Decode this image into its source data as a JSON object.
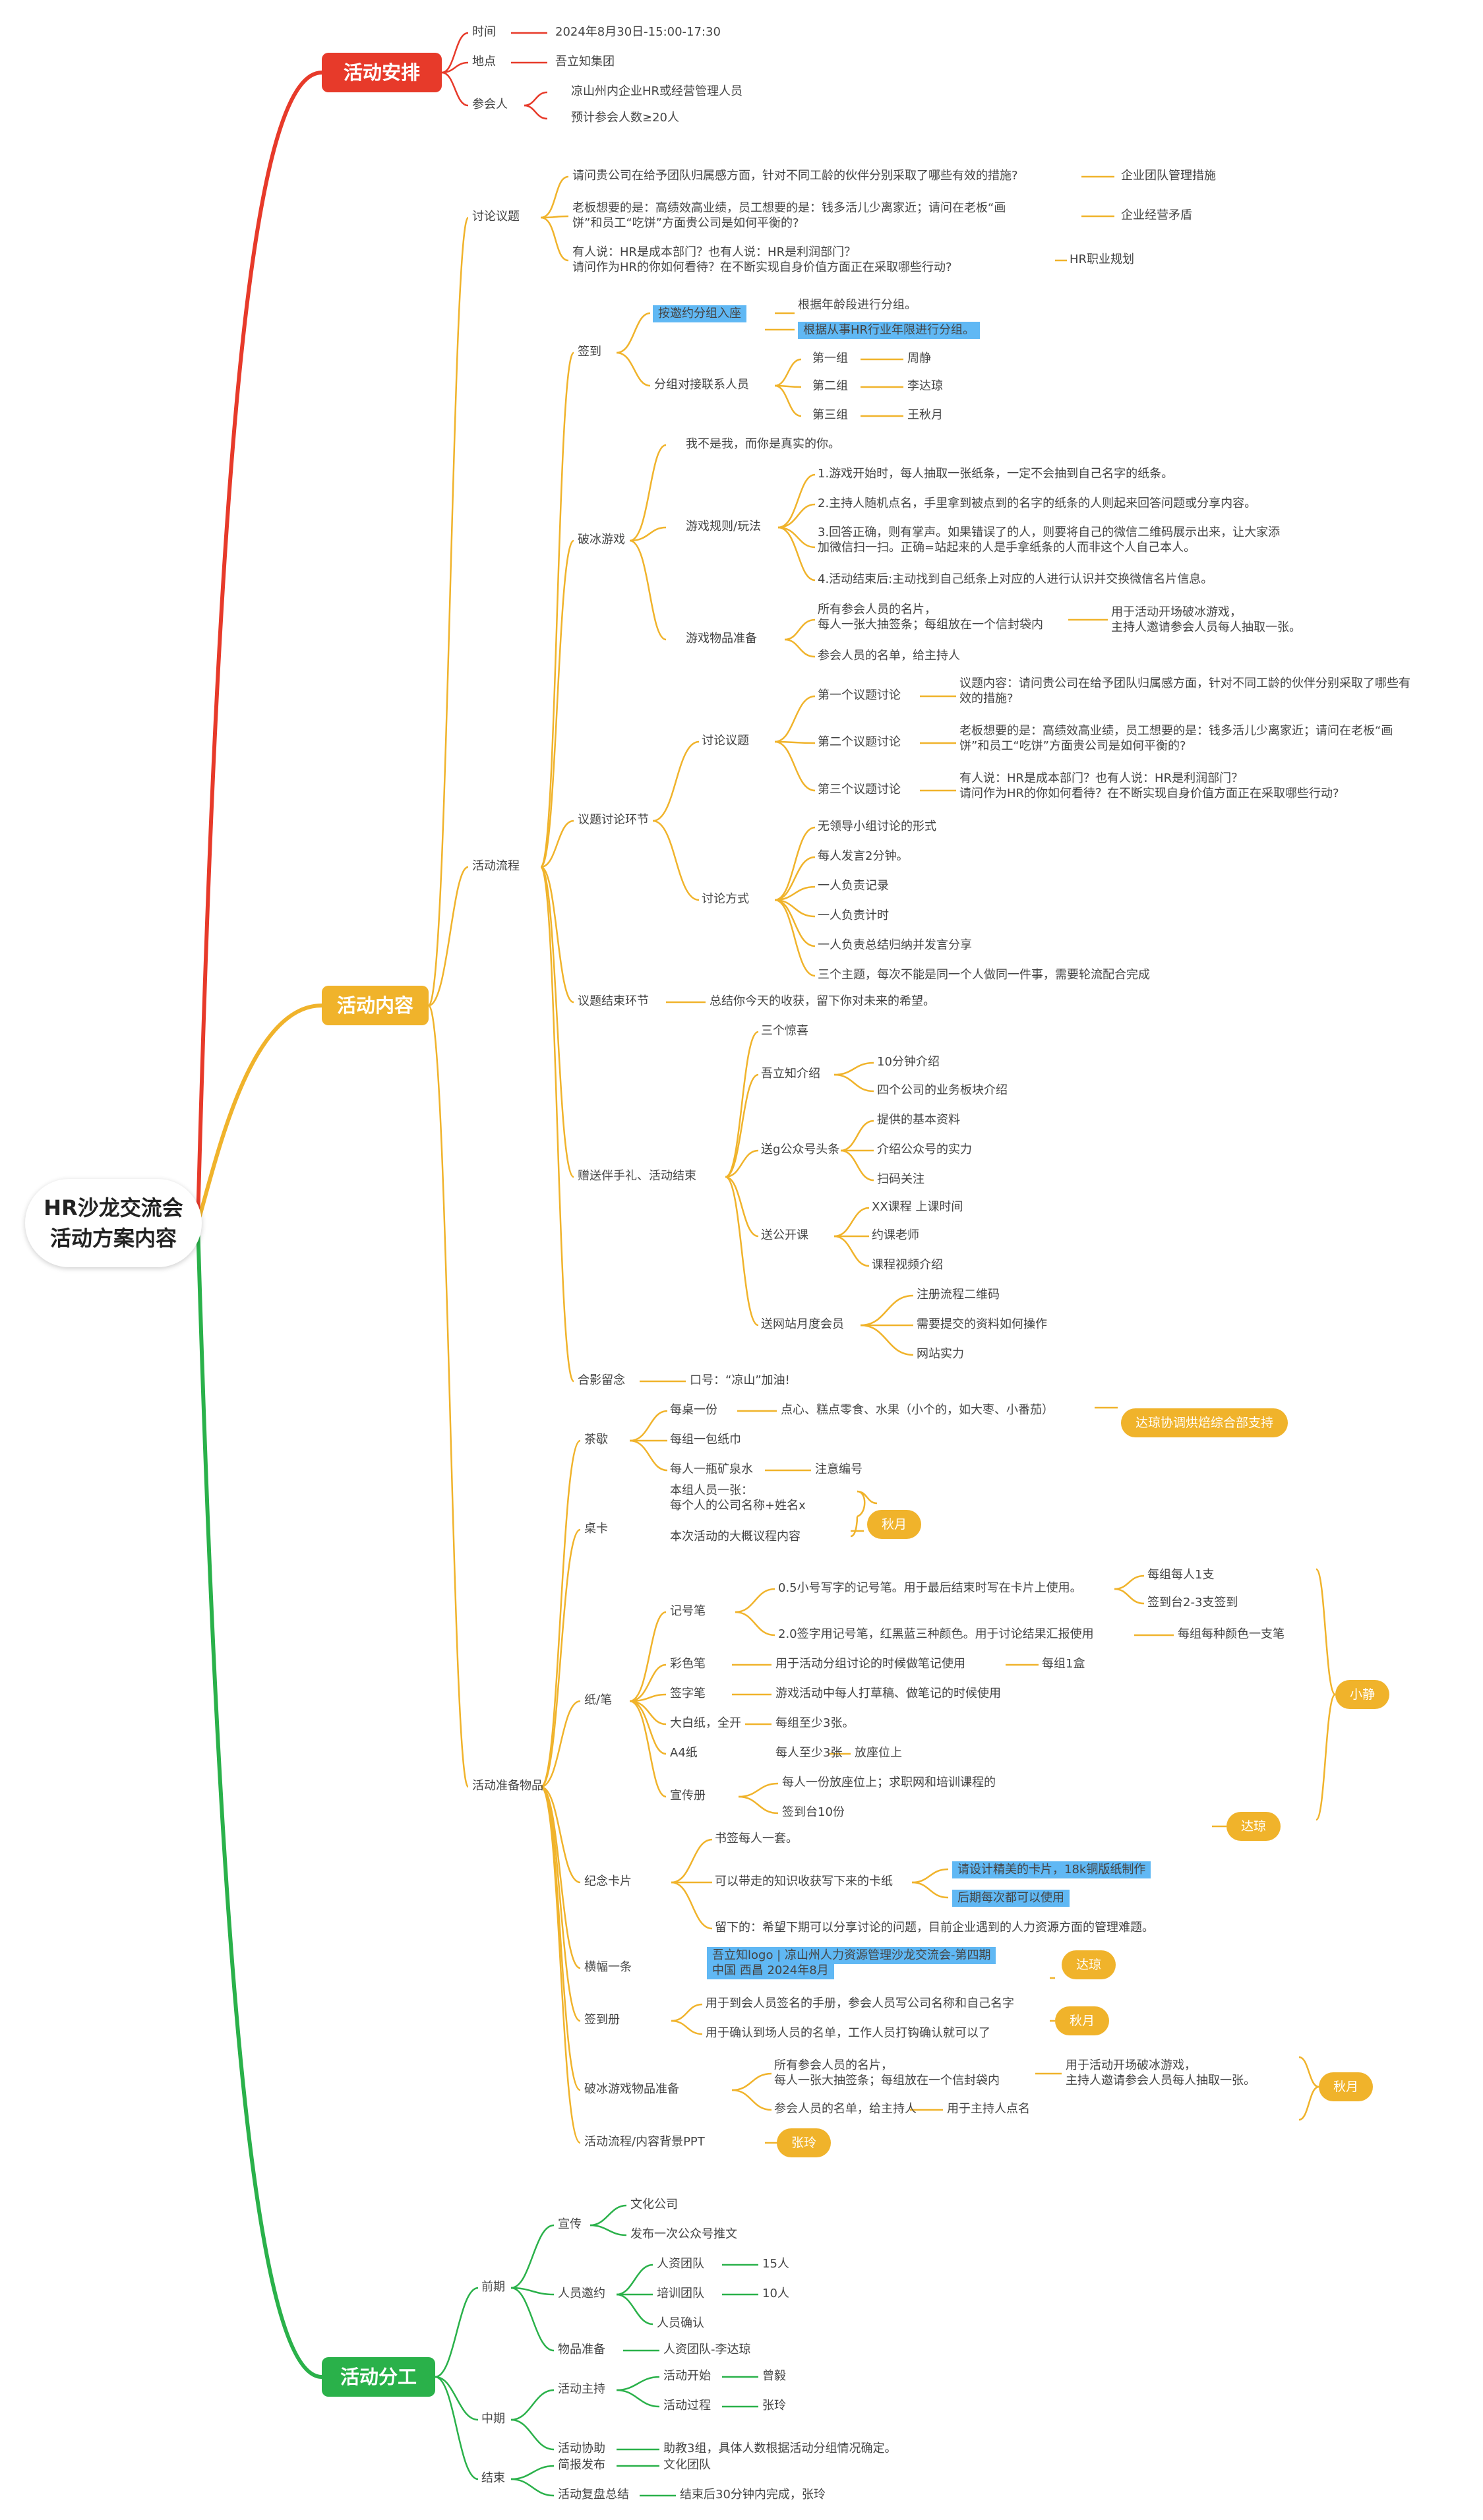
{
  "root": {
    "line1": "HR沙龙交流会",
    "line2": "活动方案内容"
  },
  "colors": {
    "red": "#e73a2a",
    "orange": "#f0b32b",
    "green": "#2ab14a",
    "highlight": "#60b8f4"
  },
  "branches": {
    "schedule": {
      "title": "活动安排",
      "color": "#e73a2a"
    },
    "content": {
      "title": "活动内容",
      "color": "#f0b32b"
    },
    "division": {
      "title": "活动分工",
      "color": "#2ab14a"
    }
  },
  "nodes": [
    {
      "id": "time",
      "text": "时间"
    },
    {
      "id": "time-value",
      "text": "2024年8月30日-15:00-17:30"
    },
    {
      "id": "place",
      "text": "地点"
    },
    {
      "id": "place-value",
      "text": "吾立知集团"
    },
    {
      "id": "attendee",
      "text": "参会人"
    },
    {
      "id": "attendee-1",
      "text": "凉山州内企业HR或经营管理人员"
    },
    {
      "id": "attendee-2",
      "text": "预计参会人数≥20人"
    },
    {
      "id": "topics",
      "text": "讨论议题"
    },
    {
      "id": "topic1",
      "text": "请问贵公司在给予团队归属感方面，针对不同工龄的伙伴分别采取了哪些有效的措施?"
    },
    {
      "id": "topic1-tag",
      "text": "企业团队管理措施"
    },
    {
      "id": "topic2a",
      "text": "老板想要的是：高绩效高业绩，员工想要的是：钱多活儿少离家近；请问在老板“画"
    },
    {
      "id": "topic2b",
      "text": "饼”和员工“吃饼”方面贵公司是如何平衡的?"
    },
    {
      "id": "topic2-tag",
      "text": "企业经营矛盾"
    },
    {
      "id": "topic3a",
      "text": "有人说：HR是成本部门？也有人说：HR是利润部门？"
    },
    {
      "id": "topic3b",
      "text": "请问作为HR的你如何看待？在不断实现自身价值方面正在采取哪些行动?"
    },
    {
      "id": "topic3-tag",
      "text": "HR职业规划"
    },
    {
      "id": "flow",
      "text": "活动流程"
    },
    {
      "id": "signin",
      "text": "签到"
    },
    {
      "id": "invite-seat",
      "text": "按邀约分组入座"
    },
    {
      "id": "seat-age",
      "text": "根据年龄段进行分组。"
    },
    {
      "id": "seat-industry",
      "text": "根据从事HR行业年限进行分组。"
    },
    {
      "id": "group-receiver",
      "text": "分组对接联系人员"
    },
    {
      "id": "g1",
      "text": "第一组"
    },
    {
      "id": "g1-name",
      "text": "周静"
    },
    {
      "id": "g2",
      "text": "第二组"
    },
    {
      "id": "g2-name",
      "text": "李达琼"
    },
    {
      "id": "g3",
      "text": "第三组"
    },
    {
      "id": "g3-name",
      "text": "王秋月"
    },
    {
      "id": "icebreak",
      "text": "破冰游戏"
    },
    {
      "id": "ib-title",
      "text": "我不是我，而你是真实的你。"
    },
    {
      "id": "ib-rules",
      "text": "游戏规则/玩法"
    },
    {
      "id": "rule1",
      "text": "1.游戏开始时，每人抽取一张纸条，一定不会抽到自己名字的纸条。"
    },
    {
      "id": "rule2",
      "text": "2.主持人随机点名，手里拿到被点到的名字的纸条的人则起来回答问题或分享内容。"
    },
    {
      "id": "rule3a",
      "text": "3.回答正确，则有掌声。如果错误了的人，则要将自己的微信二维码展示出来，让大家添"
    },
    {
      "id": "rule3b",
      "text": "加微信扫一扫。正确=站起来的人是手拿纸条的人而非这个人自己本人。"
    },
    {
      "id": "rule4",
      "text": "4.活动结束后:主动找到自己纸条上对应的人进行认识并交换微信名片信息。"
    },
    {
      "id": "ib-items",
      "text": "游戏物品准备"
    },
    {
      "id": "items1a",
      "text": "所有参会人员的名片，"
    },
    {
      "id": "items1b",
      "text": "每人一张大抽签条；每组放在一个信封袋内"
    },
    {
      "id": "items-use-a",
      "text": "用于活动开场破冰游戏，"
    },
    {
      "id": "items-use-b",
      "text": "主持人邀请参会人员每人抽取一张。"
    },
    {
      "id": "items2",
      "text": "参会人员的名单，给主持人"
    },
    {
      "id": "discussion",
      "text": "议题讨论环节"
    },
    {
      "id": "disc-topics",
      "text": "讨论议题"
    },
    {
      "id": "dt1",
      "text": "第一个议题讨论"
    },
    {
      "id": "dt1-a",
      "text": "议题内容：请问贵公司在给予团队归属感方面，针对不同工龄的伙伴分别采取了哪些有"
    },
    {
      "id": "dt1-b",
      "text": "效的措施?"
    },
    {
      "id": "dt2",
      "text": "第二个议题讨论"
    },
    {
      "id": "dt2-a",
      "text": "老板想要的是：高绩效高业绩，员工想要的是：钱多活儿少离家近；请问在老板“画"
    },
    {
      "id": "dt2-b",
      "text": "饼”和员工“吃饼”方面贵公司是如何平衡的?"
    },
    {
      "id": "dt3",
      "text": "第三个议题讨论"
    },
    {
      "id": "dt3-a",
      "text": "有人说：HR是成本部门？也有人说：HR是利润部门？"
    },
    {
      "id": "dt3-b",
      "text": "请问作为HR的你如何看待？在不断实现自身价值方面正在采取哪些行动?"
    },
    {
      "id": "disc-method",
      "text": "讨论方式"
    },
    {
      "id": "m1",
      "text": "无领导小组讨论的形式"
    },
    {
      "id": "m2",
      "text": "每人发言2分钟。"
    },
    {
      "id": "m3",
      "text": "一人负责记录"
    },
    {
      "id": "m4",
      "text": "一人负责计时"
    },
    {
      "id": "m5",
      "text": "一人负责总结归纳并发言分享"
    },
    {
      "id": "m6",
      "text": "三个主题，每次不能是同一个人做同一件事，需要轮流配合完成"
    },
    {
      "id": "disc-end",
      "text": "议题结束环节"
    },
    {
      "id": "disc-end-text",
      "text": "总结你今天的收获，留下你对未来的希望。"
    },
    {
      "id": "gift",
      "text": "赠送伴手礼、活动结束"
    },
    {
      "id": "gift-surprise",
      "text": "三个惊喜"
    },
    {
      "id": "gift-intro",
      "text": "吾立知介绍"
    },
    {
      "id": "gift-intro1",
      "text": "10分钟介绍"
    },
    {
      "id": "gift-intro2",
      "text": "四个公司的业务板块介绍"
    },
    {
      "id": "gift-wechat",
      "text": "送g公众号头条"
    },
    {
      "id": "gift-wechat1",
      "text": "提供的基本资料"
    },
    {
      "id": "gift-wechat2",
      "text": "介绍公众号的实力"
    },
    {
      "id": "gift-wechat3",
      "text": "扫码关注"
    },
    {
      "id": "gift-course",
      "text": "送公开课"
    },
    {
      "id": "gift-course1",
      "text": "XX课程  上课时间"
    },
    {
      "id": "gift-course2",
      "text": "约课老师"
    },
    {
      "id": "gift-course3",
      "text": "课程视频介绍"
    },
    {
      "id": "gift-vip",
      "text": "送网站月度会员"
    },
    {
      "id": "gift-vip1",
      "text": "注册流程二维码"
    },
    {
      "id": "gift-vip2",
      "text": "需要提交的资料如何操作"
    },
    {
      "id": "gift-vip3",
      "text": "网站实力"
    },
    {
      "id": "photo",
      "text": "合影留念"
    },
    {
      "id": "photo-text",
      "text": "口号：“凉山”加油!"
    },
    {
      "id": "prep",
      "text": "活动准备物品"
    },
    {
      "id": "tea",
      "text": "茶歇"
    },
    {
      "id": "tea1",
      "text": "每桌一份"
    },
    {
      "id": "tea1-v",
      "text": "点心、糕点零食、水果（小个的，如大枣、小番茄）"
    },
    {
      "id": "tea-tag",
      "text": "达琼协调烘焙综合部支持"
    },
    {
      "id": "tea2",
      "text": "每组一包纸巾"
    },
    {
      "id": "tea3",
      "text": "每人一瓶矿泉水"
    },
    {
      "id": "tea3-v",
      "text": "注意编号"
    },
    {
      "id": "card",
      "text": "桌卡"
    },
    {
      "id": "card1a",
      "text": "本组人员一张："
    },
    {
      "id": "card1b",
      "text": "每个人的公司名称+姓名x"
    },
    {
      "id": "card2",
      "text": "本次活动的大概议程内容"
    },
    {
      "id": "card-tag",
      "text": "秋月"
    },
    {
      "id": "pen",
      "text": "纸/笔"
    },
    {
      "id": "pen1",
      "text": "记号笔"
    },
    {
      "id": "pen1a",
      "text": "0.5小号写字的记号笔。用于最后结束时写在卡片上使用。"
    },
    {
      "id": "pen1a1",
      "text": "每组每人1支"
    },
    {
      "id": "pen1a2",
      "text": "签到台2-3支签到"
    },
    {
      "id": "pen1b",
      "text": "2.0签字用记号笔，红黑蓝三种颜色。用于讨论结果汇报使用"
    },
    {
      "id": "pen1b1",
      "text": "每组每种颜色一支笔"
    },
    {
      "id": "pen2",
      "text": "彩色笔"
    },
    {
      "id": "pen2v",
      "text": "用于活动分组讨论的时候做笔记使用"
    },
    {
      "id": "pen2v2",
      "text": "每组1盒"
    },
    {
      "id": "pen3",
      "text": "签字笔"
    },
    {
      "id": "pen3v",
      "text": "游戏活动中每人打草稿、做笔记的时候使用"
    },
    {
      "id": "pen4",
      "text": "大白纸，全开"
    },
    {
      "id": "pen4v",
      "text": "每组至少3张。"
    },
    {
      "id": "pen5",
      "text": "A4纸"
    },
    {
      "id": "pen5v",
      "text": "每人至少3张"
    },
    {
      "id": "pen5v2",
      "text": "放座位上"
    },
    {
      "id": "pen6",
      "text": "宣传册"
    },
    {
      "id": "pen6a",
      "text": "每人一份放座位上；求职网和培训课程的"
    },
    {
      "id": "pen6b",
      "text": "签到台10份"
    },
    {
      "id": "pen-tag",
      "text": "小静"
    },
    {
      "id": "memo",
      "text": "纪念卡片"
    },
    {
      "id": "memo1",
      "text": "书签每人一套。"
    },
    {
      "id": "memo2",
      "text": "可以带走的知识收获写下来的卡纸"
    },
    {
      "id": "memo2a",
      "text": "请设计精美的卡片，18k铜版纸制作"
    },
    {
      "id": "memo2b",
      "text": "后期每次都可以使用"
    },
    {
      "id": "memo3",
      "text": "留下的：希望下期可以分享讨论的问题，目前企业遇到的人力资源方面的管理难题。"
    },
    {
      "id": "memo-tag",
      "text": "达琼"
    },
    {
      "id": "banner",
      "text": "横幅一条"
    },
    {
      "id": "banner-a",
      "text": "吾立知logo  |    凉山州人力资源管理沙龙交流会-第四期"
    },
    {
      "id": "banner-b",
      "text": "中国  西昌     2024年8月"
    },
    {
      "id": "banner-tag",
      "text": "达琼"
    },
    {
      "id": "book",
      "text": "签到册"
    },
    {
      "id": "book1",
      "text": "用于到会人员签名的手册，参会人员写公司名称和自己名字"
    },
    {
      "id": "book2",
      "text": "用于确认到场人员的名单，工作人员打钩确认就可以了"
    },
    {
      "id": "book-tag",
      "text": "秋月"
    },
    {
      "id": "ibprep",
      "text": "破冰游戏物品准备"
    },
    {
      "id": "ibprep1a",
      "text": "所有参会人员的名片，"
    },
    {
      "id": "ibprep1b",
      "text": "每人一张大抽签条；每组放在一个信封袋内"
    },
    {
      "id": "ibprep-use-a",
      "text": "用于活动开场破冰游戏，"
    },
    {
      "id": "ibprep-use-b",
      "text": "主持人邀请参会人员每人抽取一张。"
    },
    {
      "id": "ibprep2",
      "text": "参会人员的名单，给主持人"
    },
    {
      "id": "ibprep2v",
      "text": "用于主持人点名"
    },
    {
      "id": "ibprep-tag",
      "text": "秋月"
    },
    {
      "id": "ppt",
      "text": "活动流程/内容背景PPT"
    },
    {
      "id": "ppt-tag",
      "text": "张玲"
    },
    {
      "id": "pre",
      "text": "前期"
    },
    {
      "id": "promo",
      "text": "宣传"
    },
    {
      "id": "promo1",
      "text": "文化公司"
    },
    {
      "id": "promo2",
      "text": "发布一次公众号推文"
    },
    {
      "id": "inv",
      "text": "人员邀约"
    },
    {
      "id": "inv1",
      "text": "人资团队"
    },
    {
      "id": "inv1v",
      "text": "15人"
    },
    {
      "id": "inv2",
      "text": "培训团队"
    },
    {
      "id": "inv2v",
      "text": "10人"
    },
    {
      "id": "inv3",
      "text": "人员确认"
    },
    {
      "id": "goods",
      "text": "物品准备"
    },
    {
      "id": "goods-v",
      "text": "人资团队-李达琼"
    },
    {
      "id": "mid",
      "text": "中期"
    },
    {
      "id": "host",
      "text": "活动主持"
    },
    {
      "id": "host1",
      "text": "活动开始"
    },
    {
      "id": "host1v",
      "text": "曾毅"
    },
    {
      "id": "host2",
      "text": "活动过程"
    },
    {
      "id": "host2v",
      "text": "张玲"
    },
    {
      "id": "assist",
      "text": "活动协助"
    },
    {
      "id": "assist-v",
      "text": "助教3组，具体人数根据活动分组情况确定。"
    },
    {
      "id": "end",
      "text": "结束"
    },
    {
      "id": "brief",
      "text": "简报发布"
    },
    {
      "id": "brief-v",
      "text": "文化团队"
    },
    {
      "id": "review",
      "text": "活动复盘总结"
    },
    {
      "id": "review-v",
      "text": "结束后30分钟内完成，张玲"
    }
  ]
}
